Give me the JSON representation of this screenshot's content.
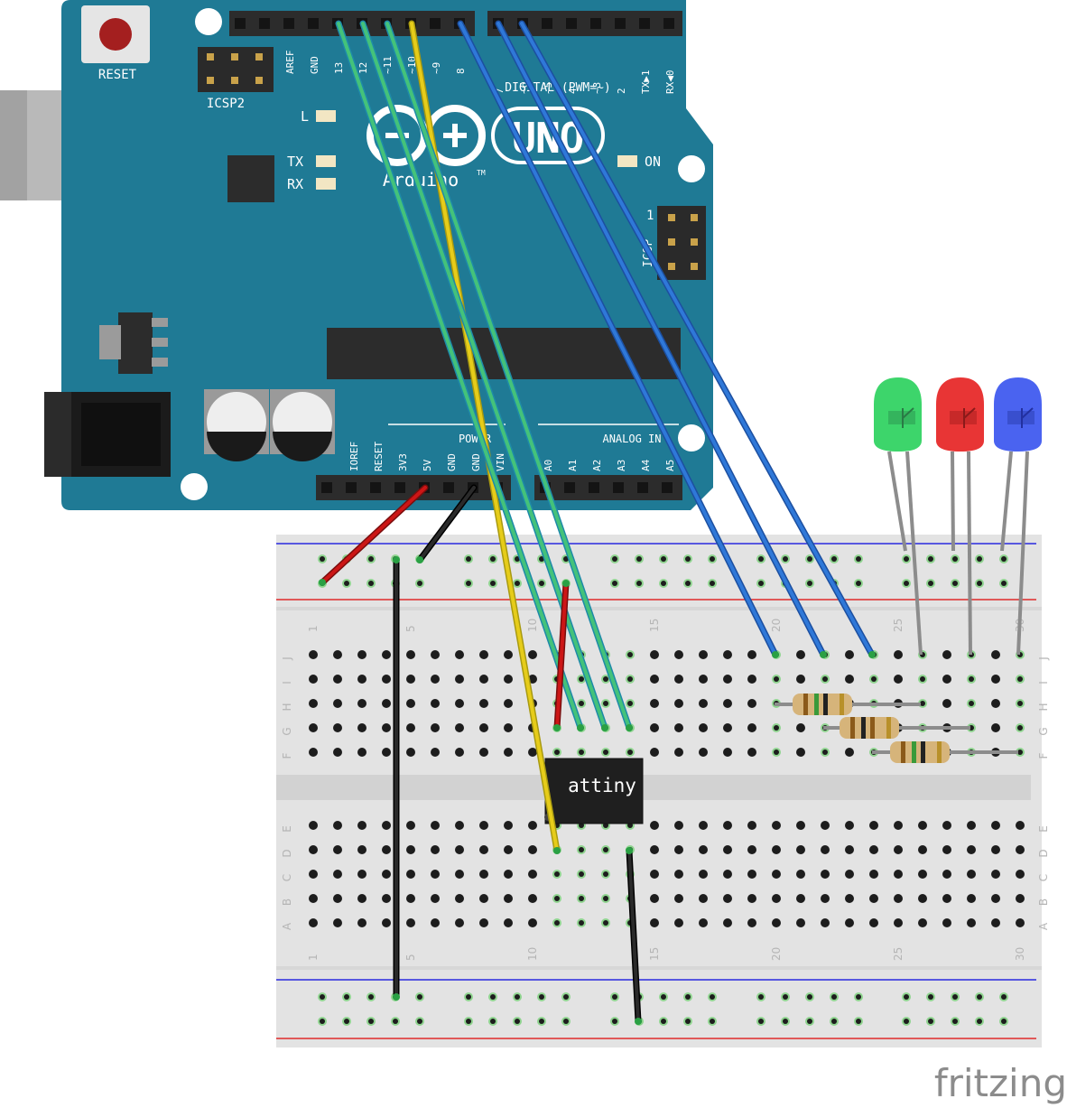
{
  "arduino": {
    "reset_label": "RESET",
    "icsp2_label": "ICSP2",
    "icsp_label": "ICSP",
    "icsp_pin1": "1",
    "led_l": "L",
    "led_tx": "TX",
    "led_rx": "RX",
    "led_on": "ON",
    "logo_text": "Arduino",
    "tm": "TM",
    "model": "UNO",
    "digital_caption": "DIGITAL (PWM=~)",
    "power_caption": "POWER",
    "analog_caption": "ANALOG IN",
    "top_header_left": [
      "AREF",
      "GND",
      "13",
      "12",
      "~11",
      "~10",
      "~9",
      "8"
    ],
    "top_header_right": [
      "7",
      "~6",
      "~5",
      "4",
      "~3",
      "2",
      "TX▶1",
      "RX◀0"
    ],
    "power_pins": [
      "IOREF",
      "RESET",
      "3V3",
      "5V",
      "GND",
      "GND",
      "VIN"
    ],
    "analog_pins": [
      "A0",
      "A1",
      "A2",
      "A3",
      "A4",
      "A5"
    ]
  },
  "breadboard": {
    "column_numbers": [
      "1",
      "5",
      "10",
      "15",
      "20",
      "25",
      "30"
    ],
    "rows_top": [
      "J",
      "I",
      "H",
      "G",
      "F"
    ],
    "rows_bottom": [
      "E",
      "D",
      "C",
      "B",
      "A"
    ]
  },
  "chip": {
    "label": "attiny"
  },
  "leds": [
    {
      "color": "green",
      "hex": "#3dd56b"
    },
    {
      "color": "red",
      "hex": "#e83535"
    },
    {
      "color": "blue",
      "hex": "#4a63f0"
    }
  ],
  "colors": {
    "board": "#1f7a95",
    "board_edge": "#16637a",
    "wire_green": "#3bb86a",
    "wire_teal": "#2fa0b8",
    "wire_yellow": "#d9c21a",
    "wire_blue": "#2f6fd0",
    "wire_red": "#cc1616",
    "wire_black": "#1c1c1c"
  },
  "watermark": "fritzing"
}
